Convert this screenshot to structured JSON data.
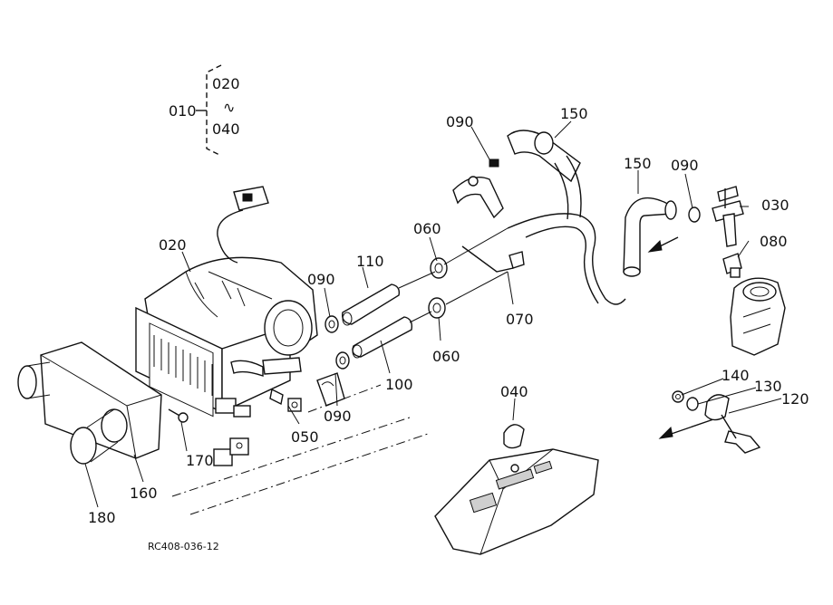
{
  "labels": {
    "l010": "010",
    "l020a": "020",
    "l020b": "020",
    "l030": "030",
    "l040a": "040",
    "l040b": "040",
    "l050": "050",
    "l060a": "060",
    "l060b": "060",
    "l070": "070",
    "l080": "080",
    "l090a": "090",
    "l090b": "090",
    "l090c": "090",
    "l090d": "090",
    "l100": "100",
    "l110": "110",
    "l120": "120",
    "l130": "130",
    "l140": "140",
    "l150a": "150",
    "l150b": "150",
    "l160": "160",
    "l170": "170",
    "l180": "180",
    "range_sep": "∿",
    "drawing_code": "RC408-036-12"
  }
}
